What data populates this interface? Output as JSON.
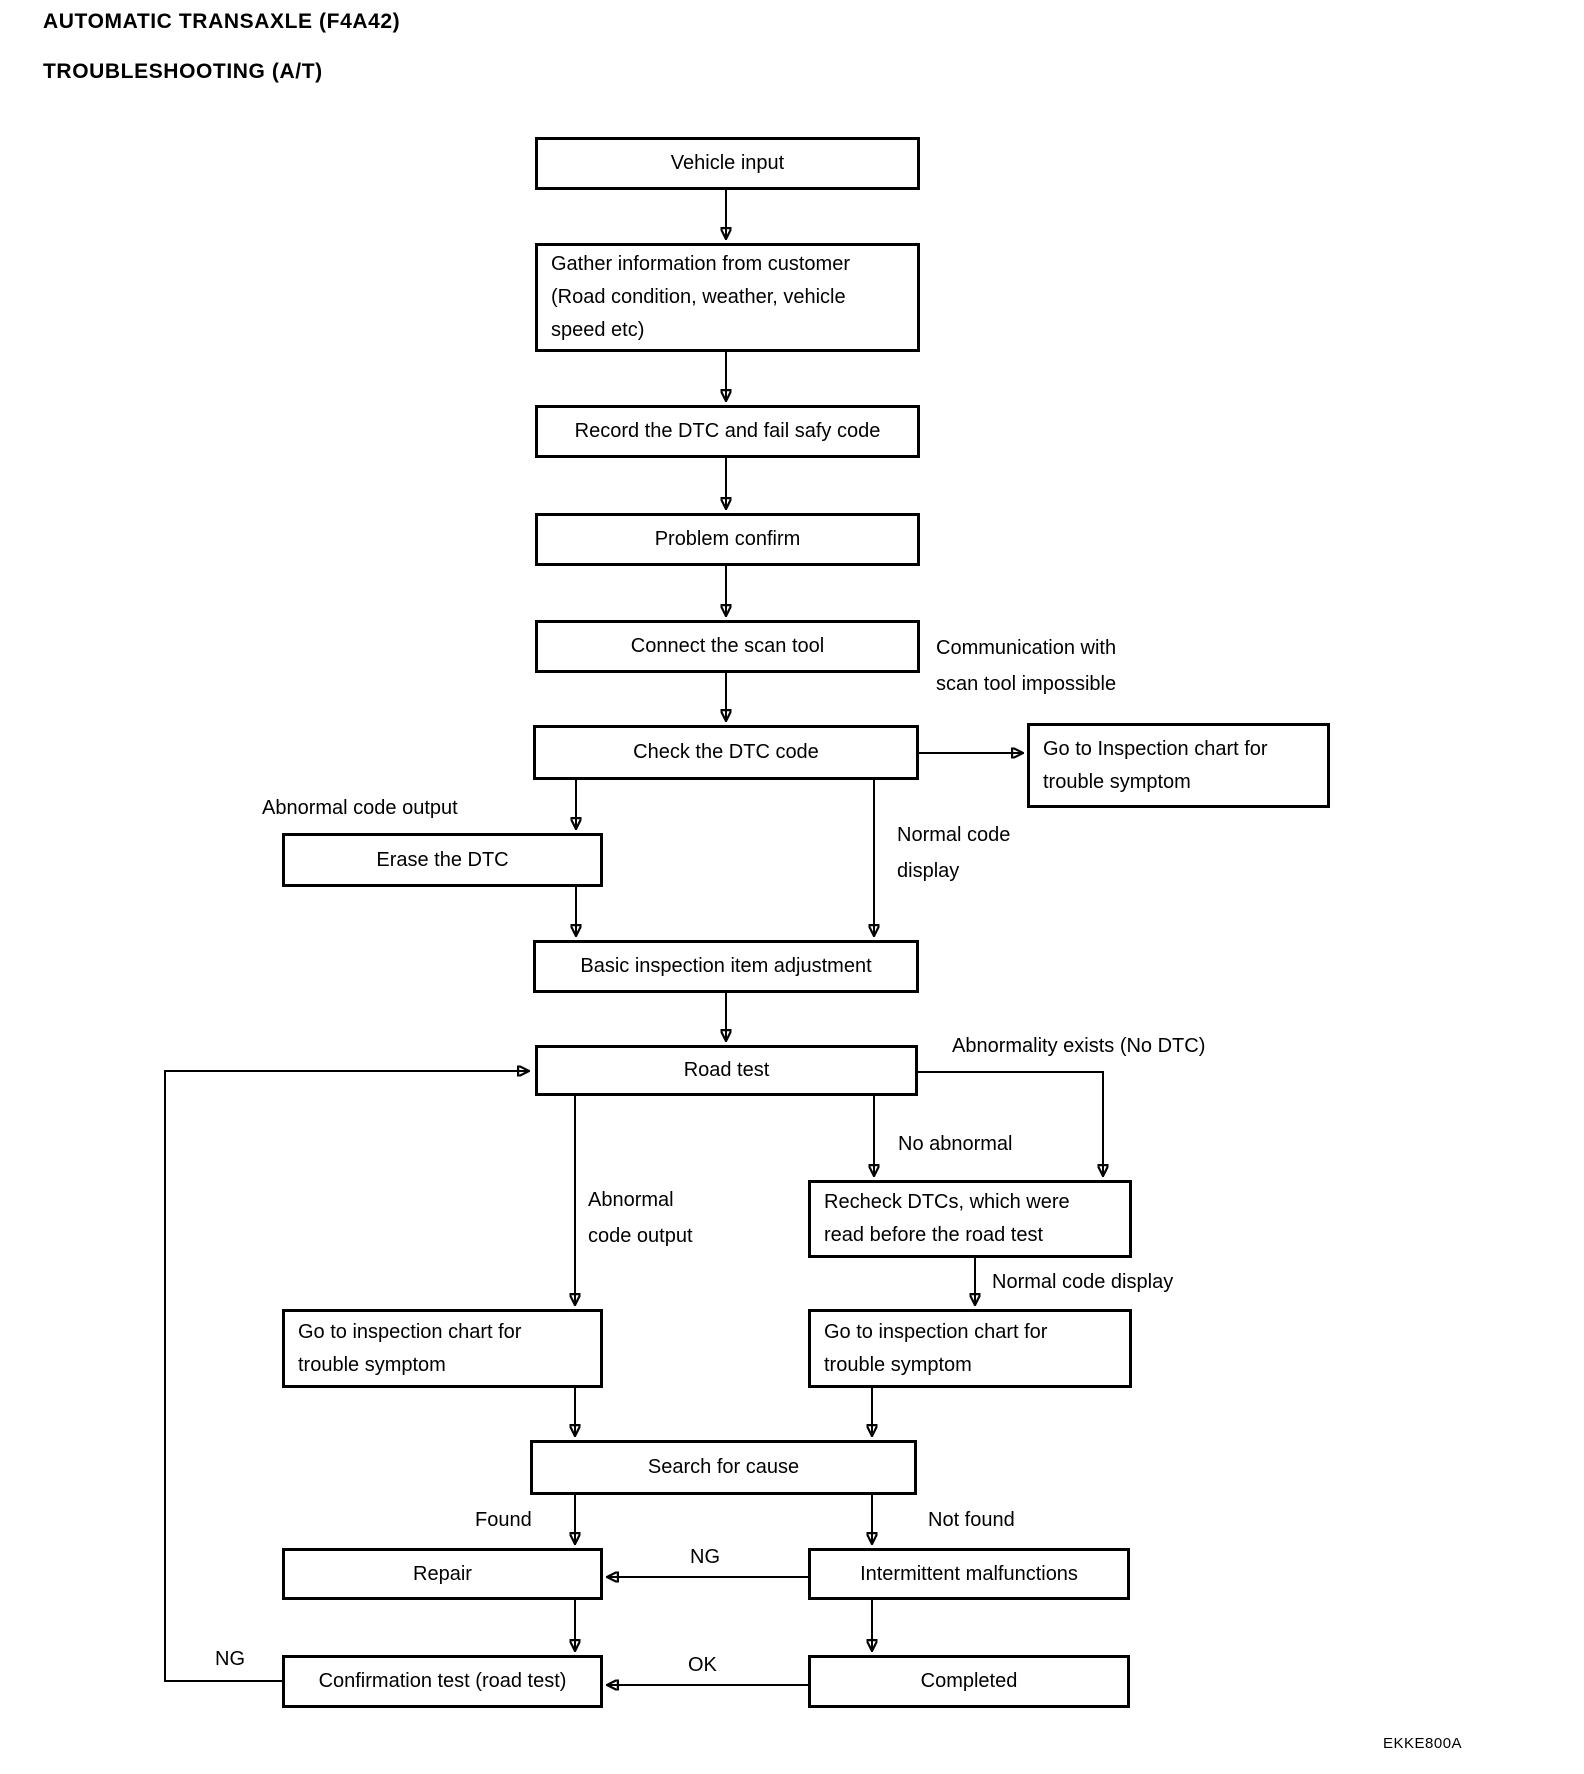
{
  "header": {
    "title": "AUTOMATIC TRANSAXLE (F4A42)",
    "subtitle": "TROUBLESHOOTING (A/T)"
  },
  "footer": {
    "figure_code": "EKKE800A"
  },
  "nodes": {
    "vehicle_input": {
      "label": "Vehicle input"
    },
    "gather_info": {
      "lines": [
        "Gather information from customer",
        "(Road condition, weather, vehicle",
        "speed etc)"
      ]
    },
    "record_dtc": {
      "label": "Record the DTC and fail safy code"
    },
    "problem_confirm": {
      "label": "Problem confirm"
    },
    "connect_scan_tool": {
      "label": "Connect the scan tool"
    },
    "check_dtc": {
      "label": "Check the DTC code"
    },
    "goto_inspection_top_right": {
      "lines": [
        "Go to Inspection chart for",
        "trouble symptom"
      ]
    },
    "erase_dtc": {
      "label": "Erase the DTC"
    },
    "basic_inspection": {
      "label": "Basic inspection item adjustment"
    },
    "road_test": {
      "label": "Road test"
    },
    "recheck_dtcs": {
      "lines": [
        "Recheck DTCs, which were",
        "read before the road test"
      ]
    },
    "goto_inspection_left": {
      "lines": [
        "Go to inspection chart for",
        "trouble symptom"
      ]
    },
    "goto_inspection_right": {
      "lines": [
        "Go to inspection chart for",
        "trouble symptom"
      ]
    },
    "search_for_cause": {
      "label": "Search for cause"
    },
    "repair": {
      "label": "Repair"
    },
    "intermittent_malfunctions": {
      "label": "Intermittent malfunctions"
    },
    "confirmation_test": {
      "label": "Confirmation test (road test)"
    },
    "completed": {
      "label": "Completed"
    }
  },
  "edge_labels": {
    "communication_impossible": {
      "lines": [
        "Communication with",
        "scan tool impossible"
      ]
    },
    "abnormal_code_output_upper": {
      "label": "Abnormal code output"
    },
    "normal_code_display_upper": {
      "lines": [
        "Normal code",
        "display"
      ]
    },
    "abnormality_exists": {
      "label": "Abnormality exists (No DTC)"
    },
    "no_abnormal": {
      "label": "No abnormal"
    },
    "abnormal_code_output_lower": {
      "lines": [
        "Abnormal",
        "code output"
      ]
    },
    "normal_code_display_lower": {
      "label": "Normal code display"
    },
    "found": {
      "label": "Found"
    },
    "not_found": {
      "label": "Not found"
    },
    "ng_intermittent": {
      "label": "NG"
    },
    "ok_completed": {
      "label": "OK"
    },
    "ng_loop": {
      "label": "NG"
    }
  }
}
